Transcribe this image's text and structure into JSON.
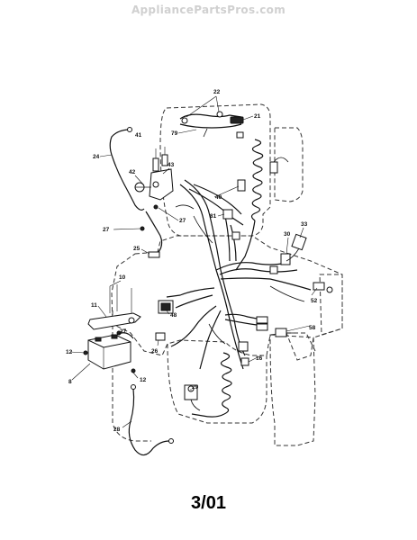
{
  "watermark": "AppliancePartsPros.com",
  "date_code": "3/01",
  "callouts": [
    {
      "id": "22",
      "text": "22"
    },
    {
      "id": "21",
      "text": "21"
    },
    {
      "id": "79",
      "text": "79"
    },
    {
      "id": "41",
      "text": "41"
    },
    {
      "id": "24",
      "text": "24"
    },
    {
      "id": "43",
      "text": "43"
    },
    {
      "id": "42",
      "text": "42"
    },
    {
      "id": "40",
      "text": "40"
    },
    {
      "id": "81",
      "text": "81"
    },
    {
      "id": "27a",
      "text": "27"
    },
    {
      "id": "27b",
      "text": "27"
    },
    {
      "id": "33",
      "text": "33"
    },
    {
      "id": "30",
      "text": "30"
    },
    {
      "id": "25",
      "text": "25"
    },
    {
      "id": "10",
      "text": "10"
    },
    {
      "id": "11",
      "text": "11"
    },
    {
      "id": "48",
      "text": "48"
    },
    {
      "id": "52",
      "text": "52"
    },
    {
      "id": "58",
      "text": "58"
    },
    {
      "id": "27c",
      "text": "27"
    },
    {
      "id": "26",
      "text": "26"
    },
    {
      "id": "12a",
      "text": "12"
    },
    {
      "id": "12b",
      "text": "12"
    },
    {
      "id": "16",
      "text": "16"
    },
    {
      "id": "8",
      "text": "8"
    },
    {
      "id": "29",
      "text": "29"
    },
    {
      "id": "28",
      "text": "28"
    }
  ]
}
